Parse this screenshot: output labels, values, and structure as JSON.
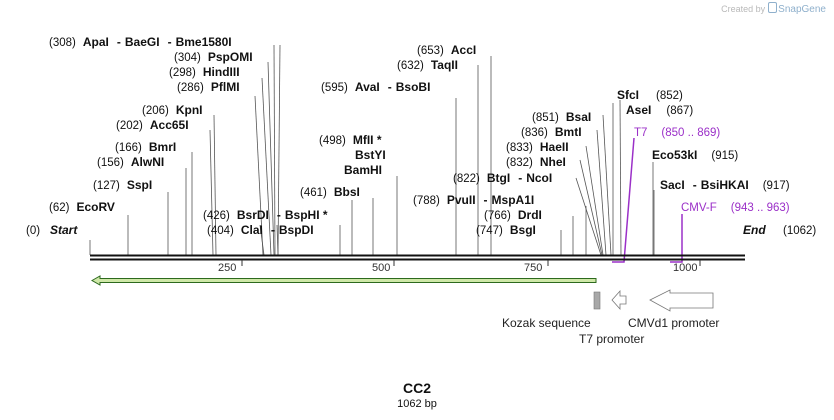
{
  "credit": {
    "prefix": "Created by",
    "brand": "SnapGene"
  },
  "map": {
    "name": "CC2",
    "length_label": "1062 bp",
    "start_label": "Start",
    "end_label": "End",
    "start_pos": "(0)",
    "end_pos": "(1062)",
    "ticks": [
      "250",
      "500",
      "750",
      "1000"
    ]
  },
  "sites": [
    {
      "pos": "(308)",
      "names": [
        "ApaI",
        "BaeGI",
        "Bme1580I"
      ]
    },
    {
      "pos": "(304)",
      "names": [
        "PspOMI"
      ]
    },
    {
      "pos": "(298)",
      "names": [
        "HindIII"
      ]
    },
    {
      "pos": "(286)",
      "names": [
        "PflMI"
      ]
    },
    {
      "pos": "(206)",
      "names": [
        "KpnI"
      ]
    },
    {
      "pos": "(202)",
      "names": [
        "Acc65I"
      ]
    },
    {
      "pos": "(166)",
      "names": [
        "BmrI"
      ]
    },
    {
      "pos": "(156)",
      "names": [
        "AlwNI"
      ]
    },
    {
      "pos": "(127)",
      "names": [
        "SspI"
      ]
    },
    {
      "pos": "(62)",
      "names": [
        "EcoRV"
      ]
    },
    {
      "pos": "(426)",
      "names": [
        "BsrDI",
        "BspHI *"
      ]
    },
    {
      "pos": "(404)",
      "names": [
        "ClaI",
        "BspDI"
      ]
    },
    {
      "pos": "(461)",
      "names": [
        "BbsI"
      ]
    },
    {
      "pos": "(498)",
      "names": [
        "MfII *"
      ]
    },
    {
      "pos": "",
      "names": [
        "BstYI"
      ]
    },
    {
      "pos": "",
      "names": [
        "BamHI"
      ]
    },
    {
      "pos": "(595)",
      "names": [
        "AvaI",
        "BsoBI"
      ]
    },
    {
      "pos": "(653)",
      "names": [
        "AccI"
      ]
    },
    {
      "pos": "(632)",
      "names": [
        "TaqII"
      ]
    },
    {
      "pos": "(822)",
      "names": [
        "BtgI",
        "NcoI"
      ]
    },
    {
      "pos": "(788)",
      "names": [
        "PvuII",
        "MspA1I"
      ]
    },
    {
      "pos": "(766)",
      "names": [
        "DrdI"
      ]
    },
    {
      "pos": "(747)",
      "names": [
        "BsgI"
      ]
    },
    {
      "pos": "(851)",
      "names": [
        "BsaI"
      ]
    },
    {
      "pos": "(836)",
      "names": [
        "BmtI"
      ]
    },
    {
      "pos": "(833)",
      "names": [
        "HaeII"
      ]
    },
    {
      "pos": "(832)",
      "names": [
        "NheI"
      ]
    },
    {
      "pos": "(852)",
      "names": [
        "SfcI"
      ]
    },
    {
      "pos": "(867)",
      "names": [
        "AseI"
      ]
    },
    {
      "pos": "(915)",
      "names": [
        "Eco53kI"
      ]
    },
    {
      "pos": "(917)",
      "names": [
        "SacI",
        "BsiHKAI"
      ]
    }
  ],
  "primers": [
    {
      "name": "T7",
      "range": "(850 .. 869)"
    },
    {
      "name": "CMV-F",
      "range": "(943 .. 963)"
    }
  ],
  "features": [
    {
      "name": "Kozak sequence"
    },
    {
      "name": "T7 promoter"
    },
    {
      "name": "CMVd1 promoter"
    }
  ],
  "colors": {
    "backbone": "#111111",
    "orf_fill": "#cfe8a8",
    "orf_stroke": "#2d6a1e",
    "primer": "#9b30c8",
    "feature_gray": "#a8a8a8",
    "promoter_fill": "#ffffff"
  }
}
